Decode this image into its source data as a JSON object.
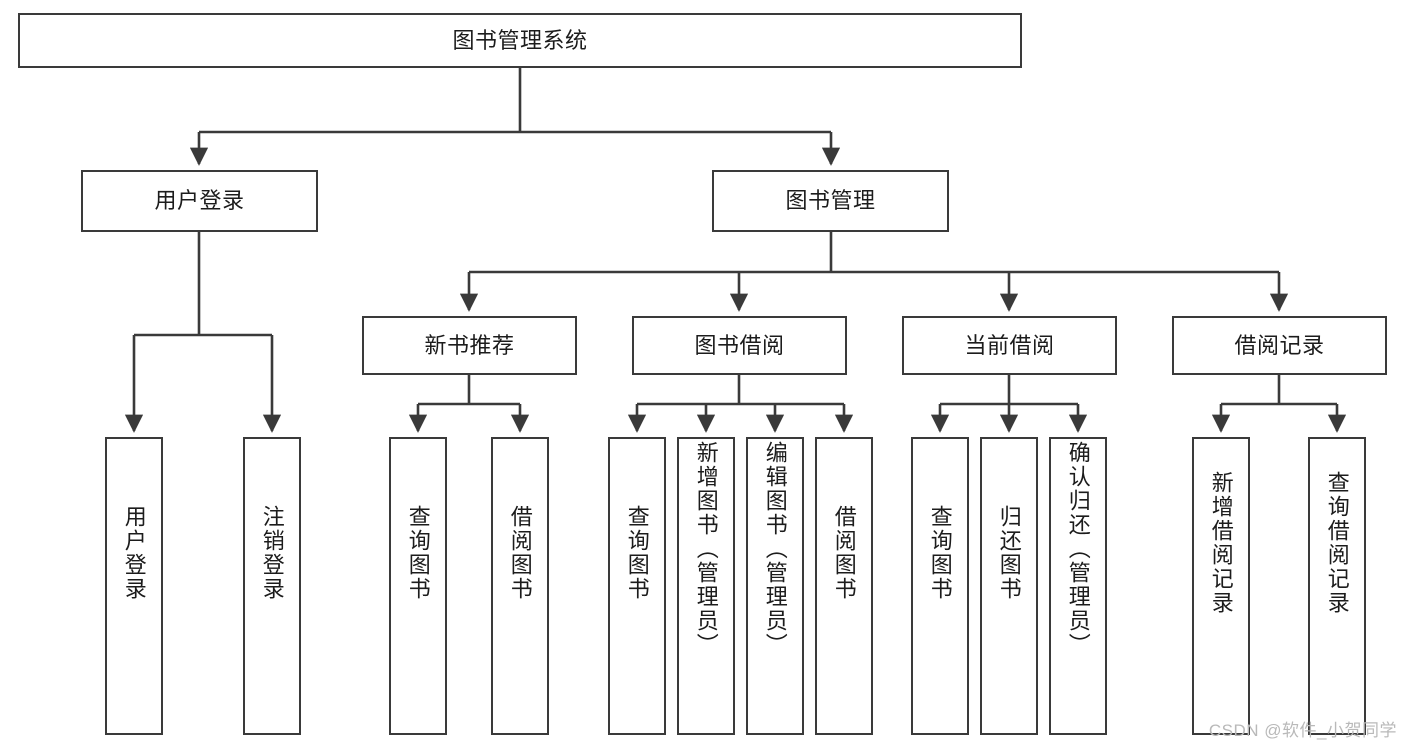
{
  "diagram": {
    "title": "图书管理系统",
    "type": "tree-hierarchy",
    "stroke_color": "#3a3a3a",
    "fill_color": "#ffffff",
    "text_color": "#1c1c1c"
  },
  "nodes": {
    "root": {
      "label": "图书管理系统"
    },
    "level2": [
      {
        "id": "user-login",
        "label": "用户登录"
      },
      {
        "id": "book-manage",
        "label": "图书管理"
      }
    ],
    "level3": [
      {
        "id": "new-book-recommend",
        "label": "新书推荐"
      },
      {
        "id": "book-borrow",
        "label": "图书借阅"
      },
      {
        "id": "current-borrow",
        "label": "当前借阅"
      },
      {
        "id": "borrow-record",
        "label": "借阅记录"
      }
    ],
    "leaves": {
      "user-login": [
        {
          "id": "leaf-user-login",
          "label": "用户登录"
        },
        {
          "id": "leaf-logout-login",
          "label": "注销登录"
        }
      ],
      "new-book-recommend": [
        {
          "id": "leaf-query-book-1",
          "label": "查询图书"
        },
        {
          "id": "leaf-borrow-book-1",
          "label": "借阅图书"
        }
      ],
      "book-borrow": [
        {
          "id": "leaf-query-book-2",
          "label": "查询图书"
        },
        {
          "id": "leaf-add-book",
          "label": "新增图书（管理员）"
        },
        {
          "id": "leaf-edit-book",
          "label": "编辑图书（管理员）"
        },
        {
          "id": "leaf-borrow-book-2",
          "label": "借阅图书"
        }
      ],
      "current-borrow": [
        {
          "id": "leaf-query-book-3",
          "label": "查询图书"
        },
        {
          "id": "leaf-return-book",
          "label": "归还图书"
        },
        {
          "id": "leaf-confirm-return",
          "label": "确认归还（管理员）"
        }
      ],
      "borrow-record": [
        {
          "id": "leaf-add-record",
          "label": "新增借阅记录"
        },
        {
          "id": "leaf-query-record",
          "label": "查询借阅记录"
        }
      ]
    }
  },
  "watermark": {
    "text": "CSDN @软件_小贺同学"
  }
}
